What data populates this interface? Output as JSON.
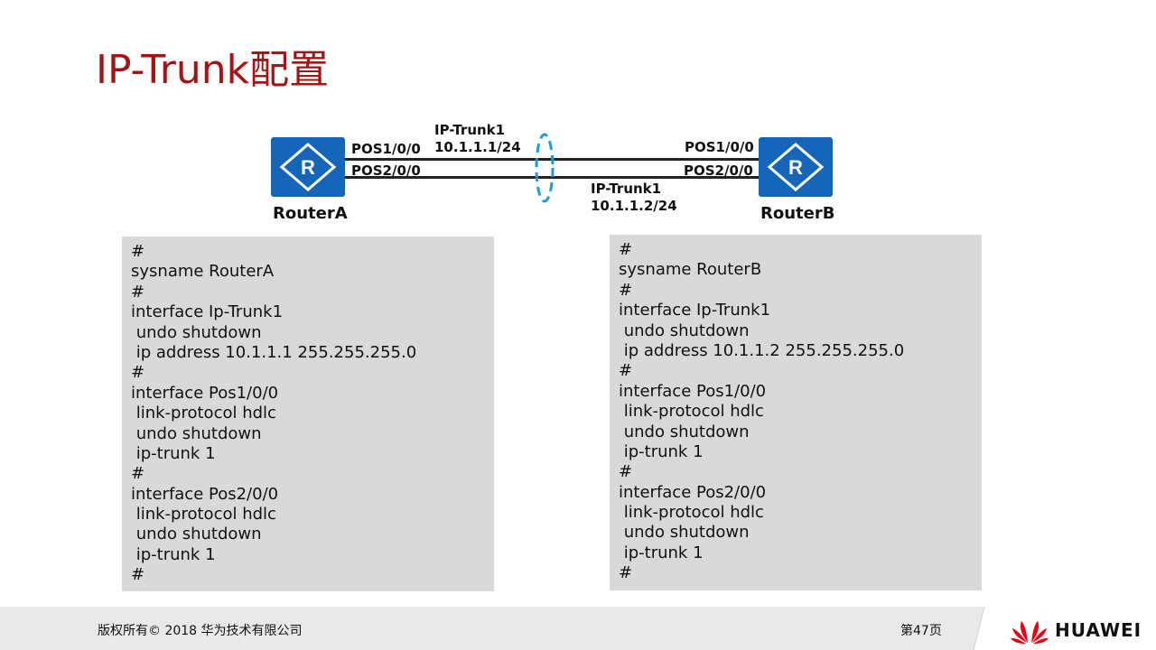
{
  "title": "IP-Trunk配置",
  "topology": {
    "router_a": {
      "name": "RouterA",
      "port1": "POS1/0/0",
      "port2": "POS2/0/0",
      "trunk_name": "IP-Trunk1",
      "trunk_ip": "10.1.1.1/24"
    },
    "router_b": {
      "name": "RouterB",
      "port1": "POS1/0/0",
      "port2": "POS2/0/0",
      "trunk_name": "IP-Trunk1",
      "trunk_ip": "10.1.1.2/24"
    },
    "router_icon_glyph": "R"
  },
  "config_a": [
    "#",
    "sysname RouterA",
    "#",
    "interface Ip-Trunk1",
    " undo shutdown",
    " ip address 10.1.1.1 255.255.255.0",
    "#",
    "interface Pos1/0/0",
    " link-protocol hdlc",
    " undo shutdown",
    " ip-trunk 1",
    "#",
    "interface Pos2/0/0",
    " link-protocol hdlc",
    " undo shutdown",
    " ip-trunk 1",
    "#"
  ],
  "config_b": [
    "#",
    "sysname RouterB",
    "#",
    "interface Ip-Trunk1",
    " undo shutdown",
    " ip address 10.1.1.2 255.255.255.0",
    "#",
    "interface Pos1/0/0",
    " link-protocol hdlc",
    " undo shutdown",
    " ip-trunk 1",
    "#",
    "interface Pos2/0/0",
    " link-protocol hdlc",
    " undo shutdown",
    " ip-trunk 1",
    "#"
  ],
  "footer": {
    "copyright": "版权所有© 2018 华为技术有限公司",
    "page": "第47页",
    "brand": "HUAWEI"
  },
  "colors": {
    "title": "#a31515",
    "router": "#1565b8",
    "trunk_ring": "#1e9bd7",
    "config_bg": "#d9d9d9",
    "footer_bg": "#e9e9e9",
    "logo": "#e60012"
  }
}
